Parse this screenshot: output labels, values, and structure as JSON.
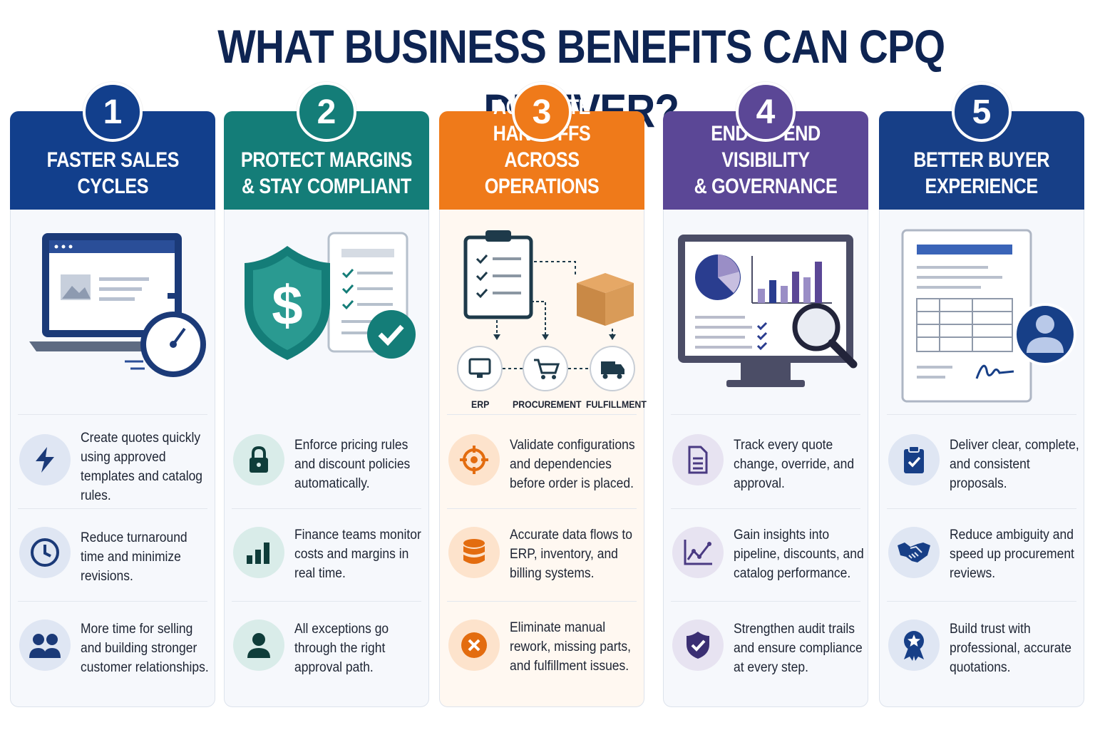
{
  "title": "WHAT BUSINESS BENEFITS CAN CPQ DELIVER?",
  "colors": {
    "navy": "#0e2452",
    "blue": "#123f8c",
    "teal": "#147d78",
    "orange": "#ef7a1a",
    "purple": "#5b4796",
    "darkblue": "#173f87"
  },
  "columns": [
    {
      "number": "1",
      "heading": "FASTER SALES\nCYCLES",
      "items": [
        {
          "icon": "lightning-icon",
          "text": "Create quotes quickly using approved templates and catalog rules."
        },
        {
          "icon": "clock-icon",
          "text": "Reduce turnaround time and minimize revisions."
        },
        {
          "icon": "people-icon",
          "text": "More time for selling and building stronger customer relationships."
        }
      ]
    },
    {
      "number": "2",
      "heading": "PROTECT MARGINS\n& STAY COMPLIANT",
      "items": [
        {
          "icon": "lock-icon",
          "text": "Enforce pricing rules and discount policies automatically."
        },
        {
          "icon": "bar-chart-icon",
          "text": "Finance teams monitor costs and margins in real time."
        },
        {
          "icon": "person-icon",
          "text": "All exceptions go through the right approval path."
        }
      ]
    },
    {
      "number": "3",
      "heading": "ACCURATE HANDOFFS\nACROSS OPERATIONS",
      "labels": {
        "erp": "ERP",
        "procurement": "PROCUREMENT",
        "fulfillment": "FULFILLMENT"
      },
      "items": [
        {
          "icon": "target-icon",
          "text": "Validate configurations and dependencies before order is placed."
        },
        {
          "icon": "database-icon",
          "text": "Accurate data flows to ERP, inventory, and billing systems."
        },
        {
          "icon": "error-x-icon",
          "text": "Eliminate manual rework, missing parts, and fulfillment issues."
        }
      ]
    },
    {
      "number": "4",
      "heading": "END-TO-END VISIBILITY\n& GOVERNANCE",
      "items": [
        {
          "icon": "document-icon",
          "text": "Track every quote change, override, and approval."
        },
        {
          "icon": "trend-chart-icon",
          "text": "Gain insights into pipeline, discounts, and catalog performance."
        },
        {
          "icon": "shield-check-icon",
          "text": "Strengthen audit trails and ensure compliance at every step."
        }
      ]
    },
    {
      "number": "5",
      "heading": "BETTER BUYER\nEXPERIENCE",
      "items": [
        {
          "icon": "clipboard-check-icon",
          "text": "Deliver clear, complete, and consistent proposals."
        },
        {
          "icon": "handshake-icon",
          "text": "Reduce ambiguity and speed up procurement reviews."
        },
        {
          "icon": "award-icon",
          "text": "Build trust with professional, accurate quotations."
        }
      ]
    }
  ]
}
